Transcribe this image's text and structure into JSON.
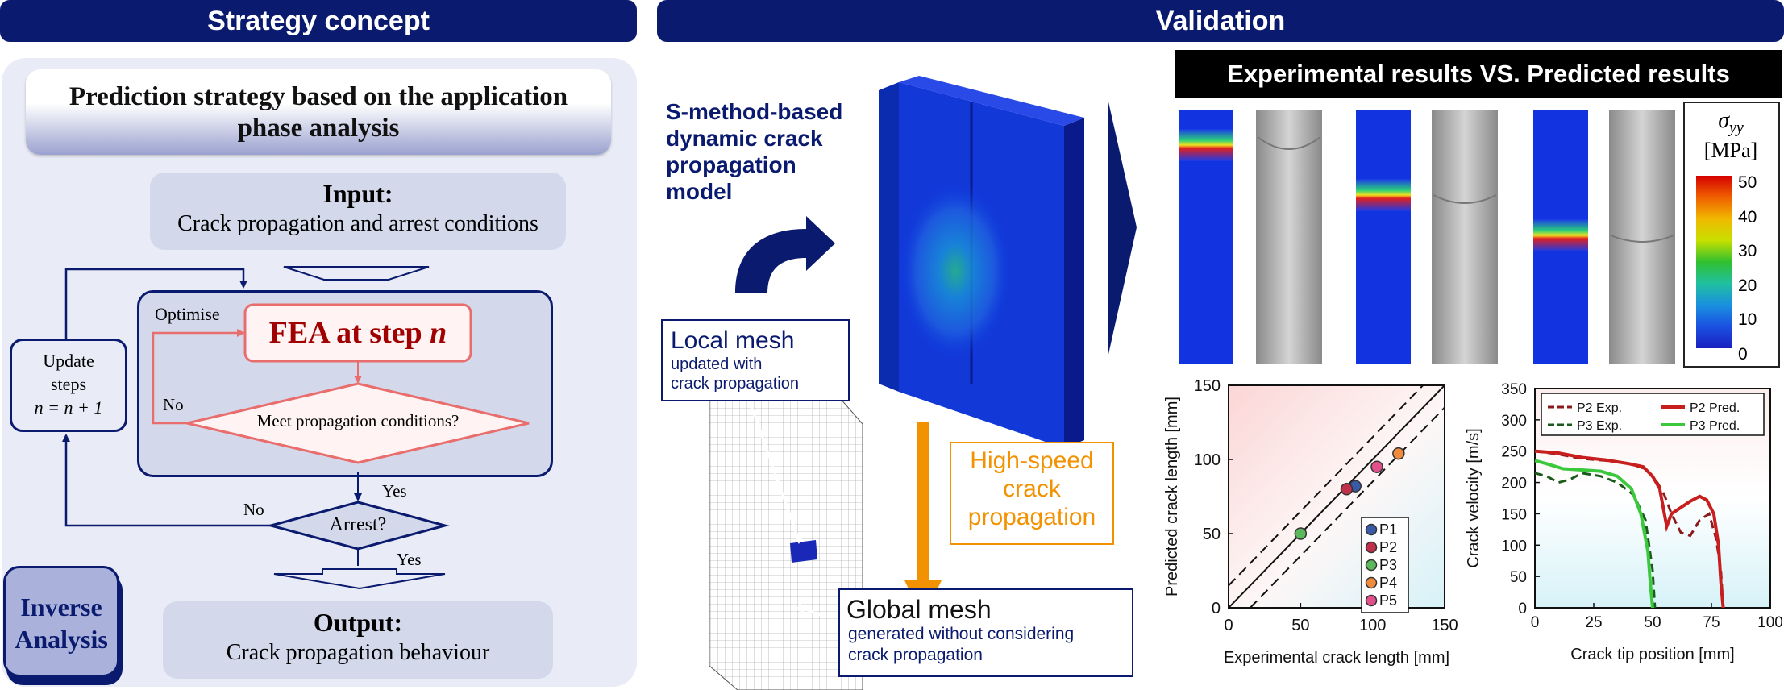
{
  "banners": {
    "left": "Strategy concept",
    "right": "Validation"
  },
  "strategy": {
    "title_line1": "Prediction strategy based on the application",
    "title_line2": "phase analysis",
    "input_title": "Input:",
    "input_text": "Crack propagation and arrest conditions",
    "optimise": "Optimise",
    "fea_prefix": "FEA at step ",
    "fea_var": "n",
    "condition": "Meet propagation conditions?",
    "no1": "No",
    "yes1": "Yes",
    "update_l1": "Update",
    "update_l2": "steps",
    "update_l3": "n = n + 1",
    "arrest": "Arrest?",
    "no2": "No",
    "yes2": "Yes",
    "output_title": "Output:",
    "output_text": "Crack propagation behaviour",
    "inverse_l1": "Inverse",
    "inverse_l2": "Analysis"
  },
  "validation": {
    "model_l1": "S-method-based",
    "model_l2": "dynamic crack",
    "model_l3": "propagation",
    "model_l4": "model",
    "local_title": "Local mesh",
    "local_l1": "updated with",
    "local_l2": "crack propagation",
    "speed_l1": "High-speed",
    "speed_l2": "crack",
    "speed_l3": "propagation",
    "global_title": "Global mesh",
    "global_l1": "generated without considering",
    "global_l2": "crack propagation",
    "results_header": "Experimental results VS. Predicted results",
    "colorbar_symbol": "σ",
    "colorbar_sub": "yy",
    "colorbar_unit": "[MPa]",
    "colorbar_ticks": [
      "50",
      "40",
      "30",
      "20",
      "10",
      "0"
    ]
  },
  "colors": {
    "navy": "#0a1a6e",
    "accent_red": "#a00000",
    "orange": "#f39200"
  },
  "chart_data": [
    {
      "type": "scatter",
      "xlabel": "Experimental crack length [mm]",
      "ylabel": "Predicted crack length [mm]",
      "xlim": [
        0,
        150
      ],
      "ylim": [
        0,
        150
      ],
      "xticks": [
        "0",
        "50",
        "100",
        "150"
      ],
      "yticks": [
        "0",
        "50",
        "100",
        "150"
      ],
      "legend": "bottom-right",
      "series": [
        {
          "name": "P1",
          "color": "#3a5aa8",
          "points": [
            [
              88,
              82
            ]
          ]
        },
        {
          "name": "P2",
          "color": "#c0304a",
          "points": [
            [
              82,
              80
            ]
          ]
        },
        {
          "name": "P3",
          "color": "#5cb85c",
          "points": [
            [
              50,
              50
            ]
          ]
        },
        {
          "name": "P4",
          "color": "#f08a3c",
          "points": [
            [
              118,
              104
            ]
          ]
        },
        {
          "name": "P5",
          "color": "#e0508a",
          "points": [
            [
              103,
              95
            ]
          ]
        }
      ],
      "reference_lines": [
        "y = x",
        "y = x + 15",
        "y = x − 15"
      ]
    },
    {
      "type": "line",
      "xlabel": "Crack tip position [mm]",
      "ylabel": "Crack velocity [m/s]",
      "xlim": [
        0,
        100
      ],
      "ylim": [
        0,
        350
      ],
      "xticks": [
        "0",
        "25",
        "50",
        "75",
        "100"
      ],
      "yticks": [
        "0",
        "50",
        "100",
        "150",
        "200",
        "250",
        "300",
        "350"
      ],
      "legend": "top",
      "series": [
        {
          "name": "P2 Exp.",
          "color": "#8b1a1a",
          "dash": true,
          "points": [
            [
              0,
              250
            ],
            [
              10,
              245
            ],
            [
              20,
              238
            ],
            [
              30,
              235
            ],
            [
              40,
              230
            ],
            [
              47,
              222
            ],
            [
              52,
              200
            ],
            [
              55,
              180
            ],
            [
              58,
              150
            ],
            [
              62,
              120
            ],
            [
              66,
              115
            ],
            [
              70,
              140
            ],
            [
              74,
              150
            ],
            [
              77,
              110
            ],
            [
              79,
              60
            ],
            [
              80,
              0
            ]
          ]
        },
        {
          "name": "P2 Pred.",
          "color": "#c81e1e",
          "dash": false,
          "points": [
            [
              0,
              250
            ],
            [
              10,
              247
            ],
            [
              20,
              240
            ],
            [
              30,
              236
            ],
            [
              40,
              230
            ],
            [
              46,
              225
            ],
            [
              50,
              210
            ],
            [
              53,
              190
            ],
            [
              56,
              130
            ],
            [
              58,
              150
            ],
            [
              62,
              160
            ],
            [
              66,
              170
            ],
            [
              70,
              178
            ],
            [
              73,
              172
            ],
            [
              76,
              150
            ],
            [
              78,
              100
            ],
            [
              79,
              40
            ],
            [
              80,
              0
            ]
          ]
        },
        {
          "name": "P3 Exp.",
          "color": "#1a5a1a",
          "dash": true,
          "points": [
            [
              0,
              215
            ],
            [
              5,
              210
            ],
            [
              10,
              200
            ],
            [
              15,
              205
            ],
            [
              20,
              215
            ],
            [
              28,
              210
            ],
            [
              35,
              200
            ],
            [
              42,
              180
            ],
            [
              47,
              140
            ],
            [
              50,
              60
            ],
            [
              51,
              0
            ]
          ]
        },
        {
          "name": "P3 Pred.",
          "color": "#3cc83c",
          "dash": false,
          "points": [
            [
              0,
              235
            ],
            [
              5,
              230
            ],
            [
              12,
              222
            ],
            [
              20,
              220
            ],
            [
              28,
              218
            ],
            [
              35,
              210
            ],
            [
              41,
              190
            ],
            [
              45,
              150
            ],
            [
              48,
              90
            ],
            [
              49,
              40
            ],
            [
              50,
              0
            ]
          ]
        }
      ]
    }
  ]
}
